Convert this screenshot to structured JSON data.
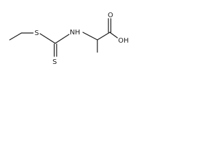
{
  "molecule": {
    "atoms": {
      "s_thioether": "S",
      "s_thione": "S",
      "nh": "NH",
      "o_carbonyl": "O",
      "oh": "OH"
    }
  }
}
